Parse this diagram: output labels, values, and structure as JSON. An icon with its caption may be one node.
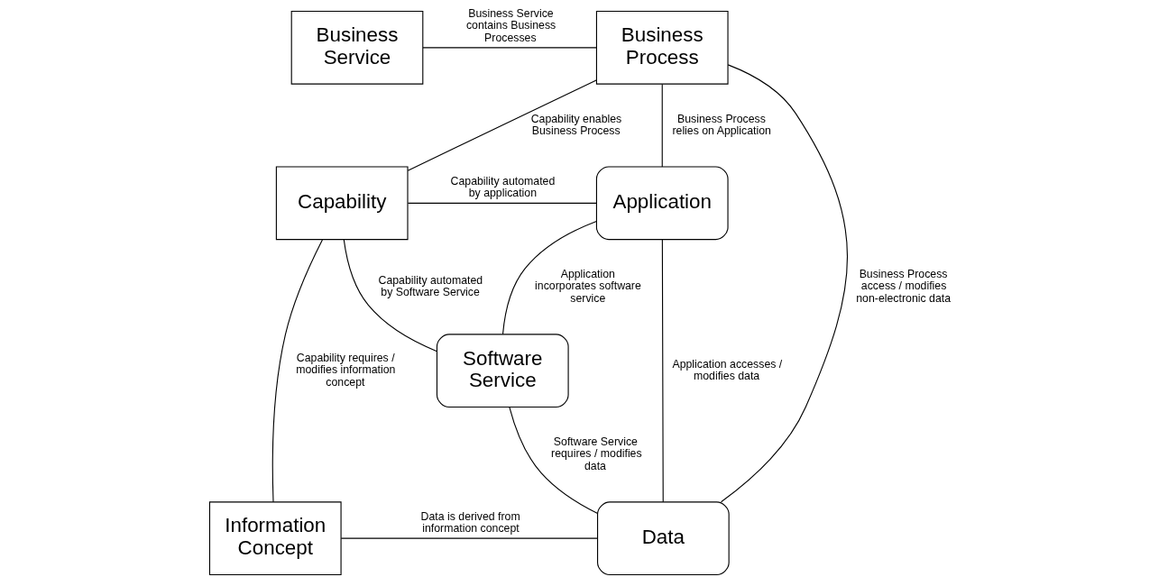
{
  "diagram": {
    "nodes": [
      {
        "text": [
          "Business Service"
        ]
      },
      {
        "text": [
          "Business Process"
        ]
      },
      {
        "text": [
          "Application"
        ]
      },
      {
        "text": [
          "Capability"
        ]
      },
      {
        "text": [
          "Software Service"
        ]
      },
      {
        "text": [
          "Information Concept"
        ]
      },
      {
        "text": [
          "Data"
        ]
      }
    ],
    "edges": [
      {
        "from": 0,
        "to": 1,
        "arrow": "none",
        "label": "Business Service contains Business Processes"
      },
      {
        "from": 1,
        "to": 2,
        "arrow": "none",
        "label": "Business Process relies on Application"
      },
      {
        "from": 1,
        "to": 6,
        "arrow": "none",
        "label": "Business Process access / modifies non-electronic data"
      },
      {
        "from": 1,
        "to": 3,
        "arrow": "none",
        "label": "Capability enables Business Process"
      },
      {
        "from": 3,
        "to": 2,
        "arrow": "none",
        "label": "Capability automated by application"
      },
      {
        "from": 3,
        "to": 4,
        "arrow": "none",
        "label": "Capability automated by Software Service"
      },
      {
        "from": 2,
        "to": 4,
        "arrow": "none",
        "label": "Application incorporates software service"
      },
      {
        "from": 2,
        "to": 6,
        "arrow": "none",
        "label": "Application accesses / modifies data"
      },
      {
        "from": 4,
        "to": 6,
        "arrow": "none",
        "label": "Software Service requires / modifies data"
      },
      {
        "from": 3,
        "to": 5,
        "arrow": "none",
        "label": "Capability requires / modifies information concept"
      },
      {
        "from": 5,
        "to": 6,
        "arrow": "none",
        "label": "Data is derived from information concept"
      }
    ]
  }
}
